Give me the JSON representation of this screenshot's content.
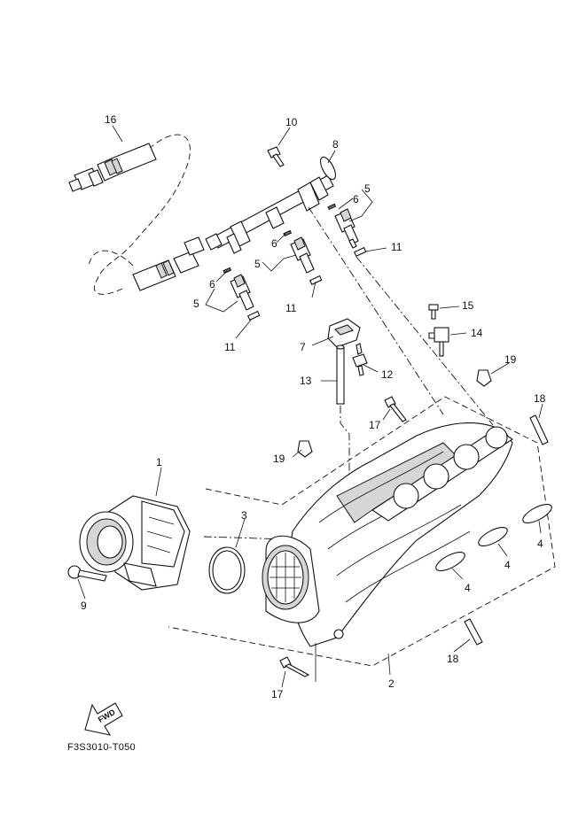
{
  "diagram": {
    "callouts": {
      "p1": "1",
      "p2": "2",
      "p3": "3",
      "p4a": "4",
      "p4b": "4",
      "p4c": "4",
      "p5a": "5",
      "p5b": "5",
      "p5c": "5",
      "p6a": "6",
      "p6b": "6",
      "p6c": "6",
      "p7": "7",
      "p8": "8",
      "p9": "9",
      "p10": "10",
      "p11a": "11",
      "p11b": "11",
      "p11c": "11",
      "p12": "12",
      "p13": "13",
      "p14": "14",
      "p15": "15",
      "p16": "16",
      "p17a": "17",
      "p17b": "17",
      "p18a": "18",
      "p18b": "18",
      "p19a": "19",
      "p19b": "19"
    },
    "fwd_label": "FWD",
    "figure_code": "F3S3010-T050"
  }
}
